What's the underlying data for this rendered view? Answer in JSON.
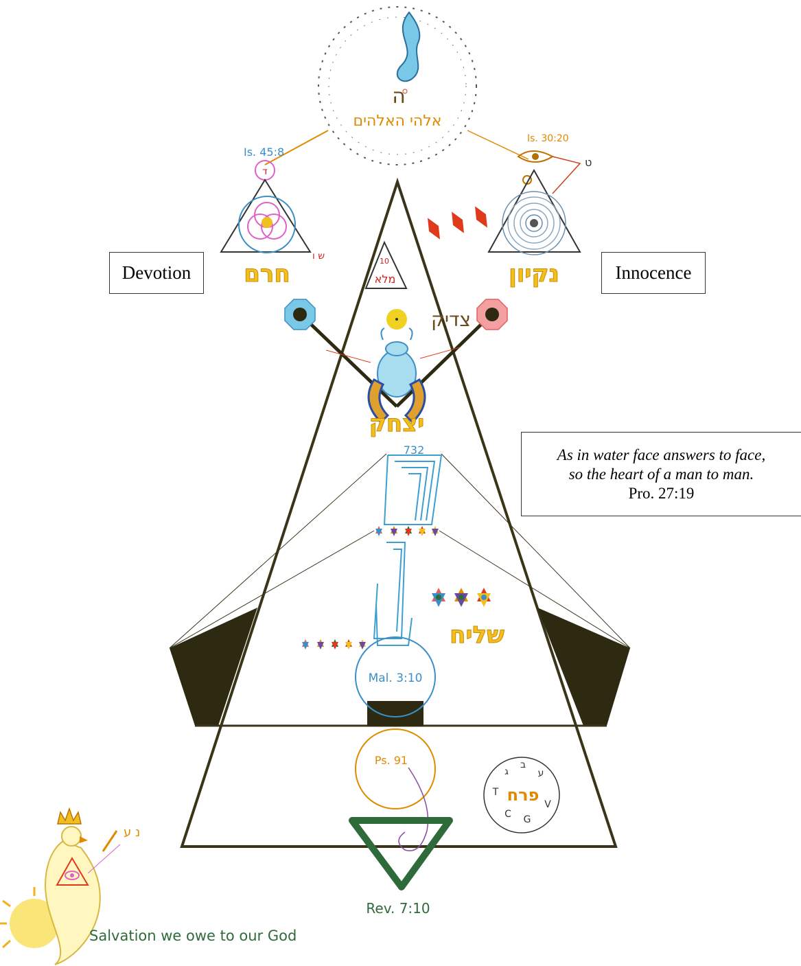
{
  "labels": {
    "devotion": "Devotion",
    "innocence": "Innocence"
  },
  "quote": {
    "line1": "As in water face answers to face,",
    "line2": "so the heart of a man to man.",
    "reference": "Pro. 27:19"
  },
  "references": {
    "top_left": "Is. 45:8",
    "top_right": "Is. 30:20",
    "circle_mid": "Mal. 3:10",
    "circle_low": "Ps. 91",
    "bottom": "Rev. 7:10",
    "number": "732",
    "small_triangle_number": "10"
  },
  "hebrew": {
    "crown_ring": "אלהי האלהים",
    "devotion_word": "חרם",
    "innocence_word": "נקיון",
    "tzaddik": "צדיק",
    "yitzchak": "יצחק",
    "shaliach": "שליח",
    "small_triangle": "מלא",
    "perach": "פרח",
    "devotion_letters": "ש ו",
    "top_left_letter": "ד",
    "eye_letter": "ט",
    "dove_letters": "נ ע"
  },
  "caption": "Salvation we owe to our God",
  "colors": {
    "frame": "#3a3518",
    "gold": "#e6b800",
    "orange": "#e08a00",
    "blue": "#3b8fc6",
    "green": "#2f6b3a",
    "red": "#e03a1c",
    "pink": "#e060c8"
  }
}
